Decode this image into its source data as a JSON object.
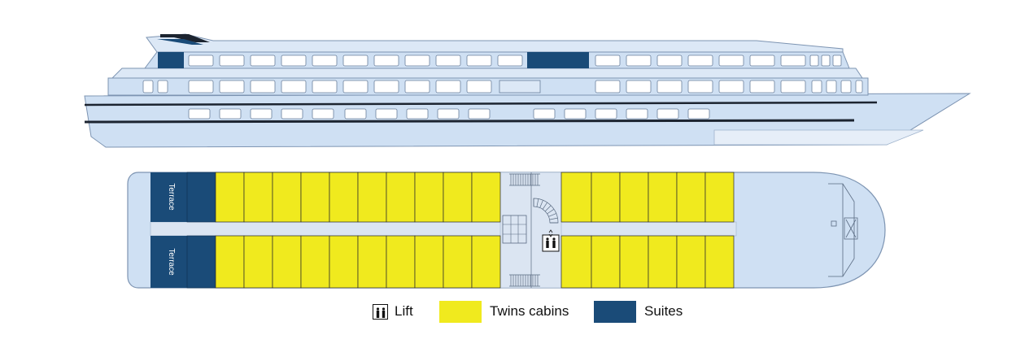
{
  "deck": {
    "terrace_top": "Terrace",
    "terrace_bottom": "Terrace"
  },
  "legend": {
    "lift": "Lift",
    "twins": "Twins cabins",
    "suites": "Suites"
  },
  "colors": {
    "hull": "#cfe0f3",
    "hull_outline": "#7d94b2",
    "twins": "#f0ea1e",
    "suites": "#1a4b78",
    "corridor": "#dbe5f2",
    "window": "#ffffff",
    "line": "#1c2430"
  }
}
